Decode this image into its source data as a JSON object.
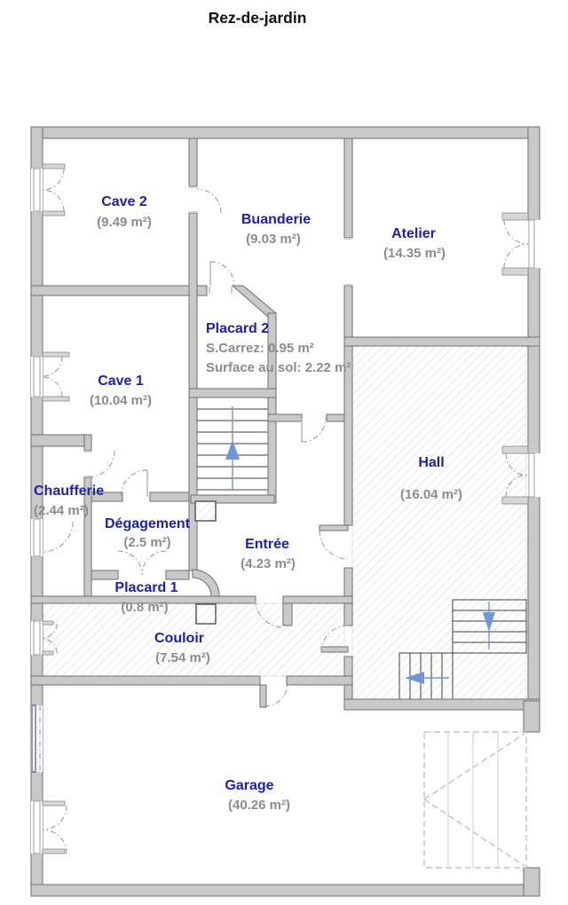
{
  "title": "Rez-de-jardin",
  "colors": {
    "room_name": "#1c21b0",
    "room_area": "#8c8c8c",
    "wall_fill": "#c9c9c9",
    "wall_edge": "#6e6e6e",
    "hatch_line": "#d9d9d9",
    "stair_arrow": "#6e97d8",
    "door_symbol": "#a3a3a3",
    "title_text": "#111111"
  },
  "rooms": [
    {
      "id": "cave-2",
      "name": "Cave 2",
      "area": "(9.49 m²)"
    },
    {
      "id": "buanderie",
      "name": "Buanderie",
      "area": "(9.03 m²)"
    },
    {
      "id": "atelier",
      "name": "Atelier",
      "area": "(14.35 m²)"
    },
    {
      "id": "placard-2",
      "name": "Placard 2",
      "area_carrez": "S.Carrez: 0.95 m²",
      "area_floor": "Surface au sol: 2.22 m²"
    },
    {
      "id": "cave-1",
      "name": "Cave 1",
      "area": "(10.04 m²)"
    },
    {
      "id": "hall",
      "name": "Hall",
      "area": "(16.04 m²)"
    },
    {
      "id": "chaufferie",
      "name": "Chaufferie",
      "area": "(2.44 m²)"
    },
    {
      "id": "degagement",
      "name": "Dégagement",
      "area": "(2.5 m²)"
    },
    {
      "id": "entree",
      "name": "Entrée",
      "area": "(4.23 m²)"
    },
    {
      "id": "placard-1",
      "name": "Placard 1",
      "area": "(0.8 m²)"
    },
    {
      "id": "couloir",
      "name": "Couloir",
      "area": "(7.54 m²)"
    },
    {
      "id": "garage",
      "name": "Garage",
      "area": "(40.26 m²)"
    }
  ]
}
